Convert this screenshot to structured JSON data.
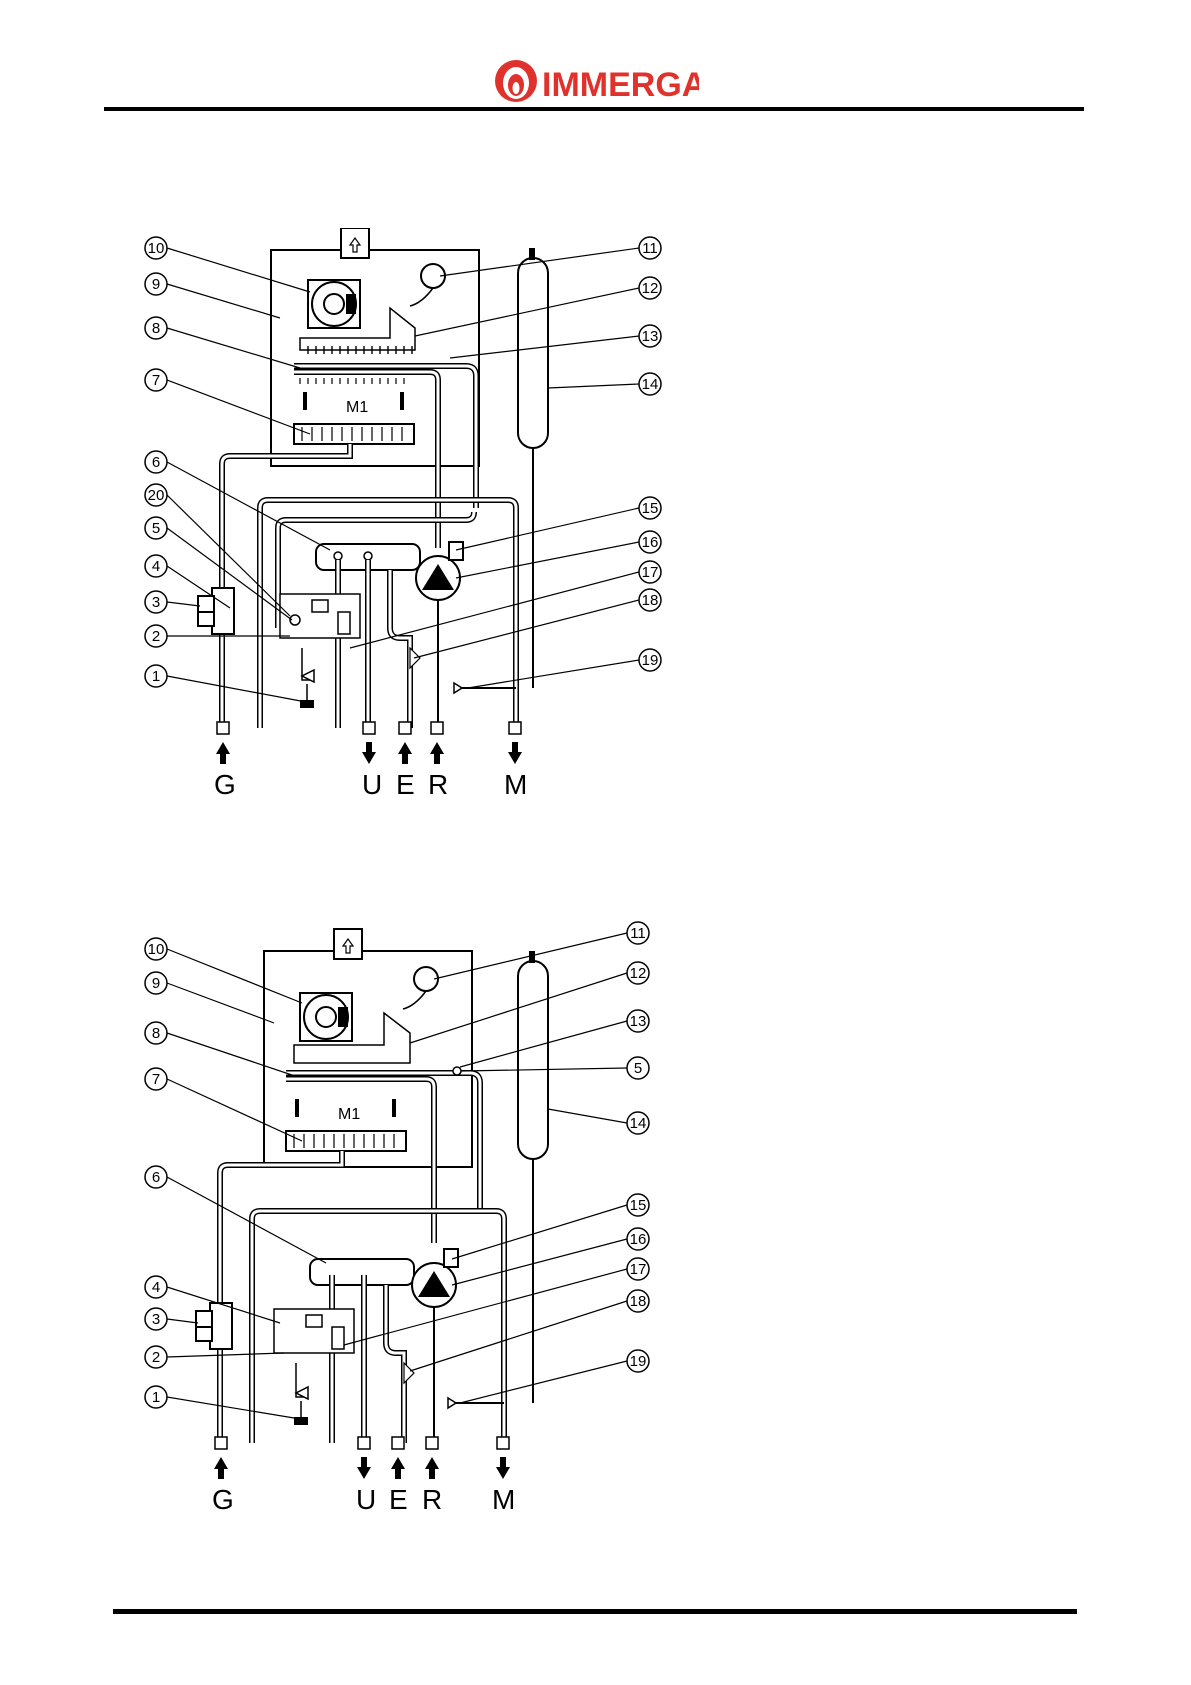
{
  "header": {
    "logo_text": "IMMERGAS"
  },
  "diagrams": [
    {
      "labels": [
        "1",
        "2",
        "3",
        "4",
        "5",
        "6",
        "7",
        "8",
        "9",
        "10",
        "11",
        "12",
        "13",
        "14",
        "15",
        "16",
        "17",
        "18",
        "19",
        "20"
      ],
      "connections": [
        "G",
        "U",
        "E",
        "R",
        "M"
      ],
      "burner_text": "M1"
    },
    {
      "labels": [
        "1",
        "2",
        "3",
        "4",
        "5",
        "6",
        "7",
        "8",
        "9",
        "10",
        "11",
        "12",
        "13",
        "14",
        "15",
        "16",
        "17",
        "18",
        "19"
      ],
      "connections": [
        "G",
        "U",
        "E",
        "R",
        "M"
      ],
      "burner_text": "M1"
    }
  ]
}
